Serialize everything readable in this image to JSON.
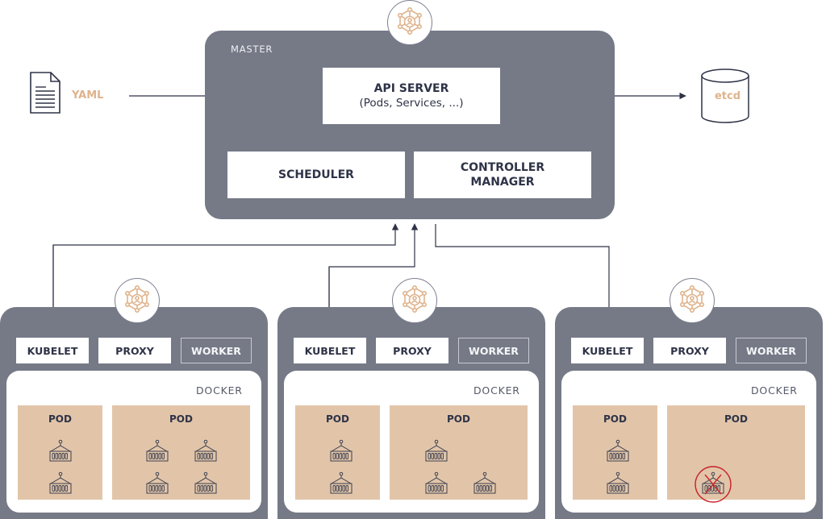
{
  "master": {
    "label": "MASTER",
    "api_server": {
      "title": "API SERVER",
      "subtitle": "(Pods, Services, ...)"
    },
    "scheduler": "SCHEDULER",
    "controller_manager": [
      "CONTROLLER",
      "MANAGER"
    ],
    "badge_icon": "kubernetes-network-icon"
  },
  "inputs": {
    "yaml_label": "YAML",
    "yaml_icon": "document-icon"
  },
  "storage": {
    "etcd_label": "etcd",
    "etcd_icon": "database-cylinder-icon"
  },
  "colors": {
    "panel_gray": "#767a87",
    "text_dark": "#2e3347",
    "accent_tan": "#dfb38c",
    "pod_fill": "#e2c5a9",
    "failed_red": "#c8242b"
  },
  "workers": [
    {
      "kubelet": "KUBELET",
      "proxy": "PROXY",
      "worker": "WORKER",
      "docker": "DOCKER",
      "pods": [
        {
          "label": "POD",
          "containers": 2,
          "failed": 0
        },
        {
          "label": "POD",
          "containers": 4,
          "failed": 0
        }
      ]
    },
    {
      "kubelet": "KUBELET",
      "proxy": "PROXY",
      "worker": "WORKER",
      "docker": "DOCKER",
      "pods": [
        {
          "label": "POD",
          "containers": 2,
          "failed": 0
        },
        {
          "label": "POD",
          "containers": 3,
          "failed": 0
        }
      ]
    },
    {
      "kubelet": "KUBELET",
      "proxy": "PROXY",
      "worker": "WORKER",
      "docker": "DOCKER",
      "pods": [
        {
          "label": "POD",
          "containers": 2,
          "failed": 0
        },
        {
          "label": "POD",
          "containers": 1,
          "failed": 1
        }
      ]
    }
  ]
}
